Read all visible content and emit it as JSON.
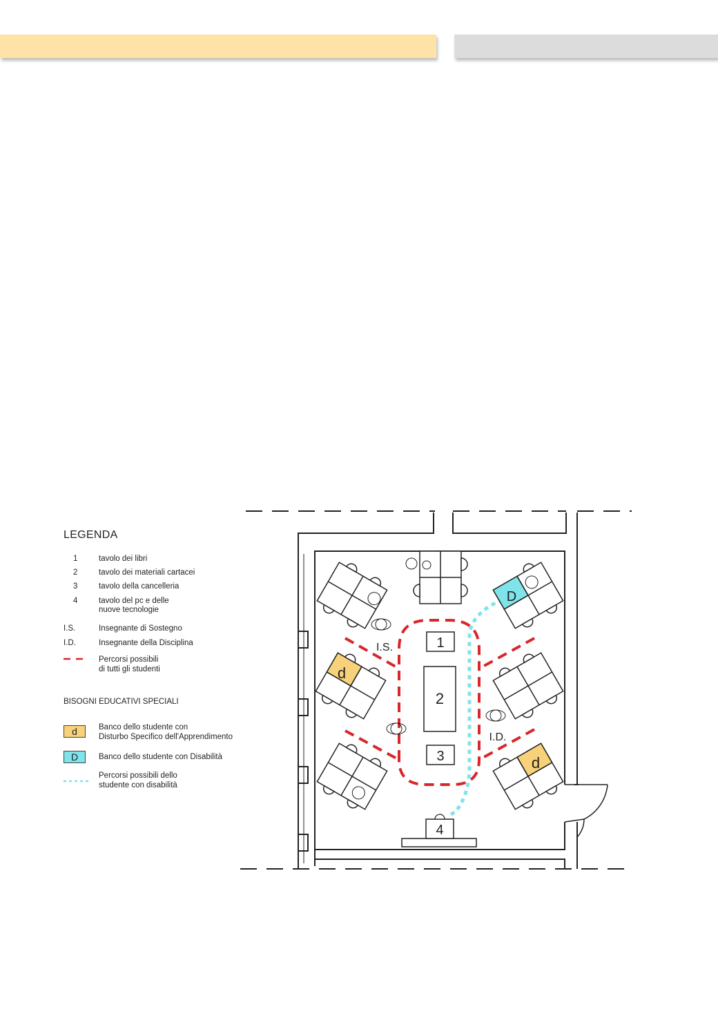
{
  "colors": {
    "header_left": "#fde3a8",
    "header_right": "#dcdcdc",
    "dsa_desk": "#f8d27a",
    "disability_desk": "#7fe3ea",
    "path_students": "#d9262b",
    "path_disabled": "#7fe3ea"
  },
  "legend": {
    "title": "LEGENDA",
    "items": [
      {
        "key": "1",
        "text": "tavolo dei libri"
      },
      {
        "key": "2",
        "text": "tavolo dei materiali cartacei"
      },
      {
        "key": "3",
        "text": "tavolo della cancelleria"
      },
      {
        "key": "4",
        "text": "tavolo del pc e delle nuove tecnologie"
      },
      {
        "key": "I.S.",
        "text": "Insegnante di Sostegno"
      },
      {
        "key": "I.D.",
        "text": "Insegnante della Disciplina"
      },
      {
        "key": "dashed-red-line",
        "text": "Percorsi possibili di tutti gli studenti"
      }
    ],
    "item4_line1": "tavolo del pc e delle",
    "item4_line2": "nuove tecnologie",
    "paths_line1": "Percorsi possibili",
    "paths_line2": "di tutti gli  studenti",
    "section_title": "BISOGNI EDUCATIVI SPECIALI",
    "bes": {
      "d_key": "d",
      "d_line1": "Banco dello studente con",
      "d_line2": "Disturbo Specifico dell'Apprendimento",
      "D_key": "D",
      "D_text": "Banco dello studente con Disabilità",
      "cyan_line1": "Percorsi possibili dello",
      "cyan_line2": "studente con disabilità"
    }
  },
  "plan": {
    "table1": "1",
    "table2": "2",
    "table3": "3",
    "table4": "4",
    "label_is": "I.S.",
    "label_id": "I.D.",
    "desk_d": "d",
    "desk_D": "D"
  }
}
